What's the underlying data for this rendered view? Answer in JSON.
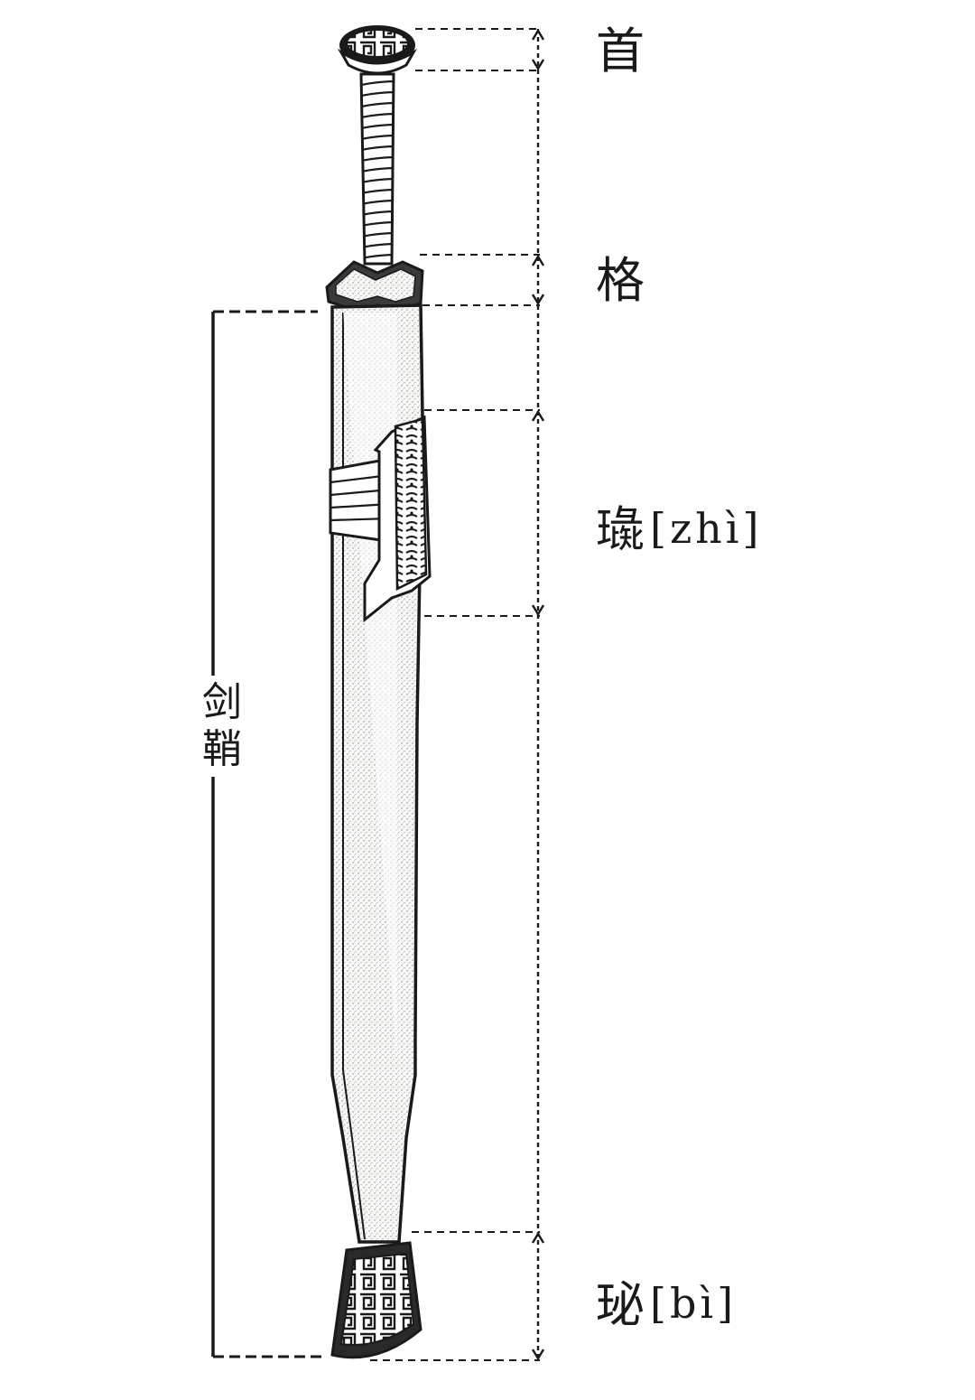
{
  "labels": {
    "shou": "首",
    "ge": "格",
    "zhi": {
      "char": "璏",
      "pinyin": "[zhì]"
    },
    "bi": {
      "char": "珌",
      "pinyin": "[bì]"
    },
    "jianqiao": [
      "剑",
      "鞘"
    ]
  },
  "colors": {
    "ink": "#1a1a1a",
    "paper": "#ffffff",
    "scabbard_fill": "#f4f4f2",
    "stipple": "#8a8a8a"
  }
}
